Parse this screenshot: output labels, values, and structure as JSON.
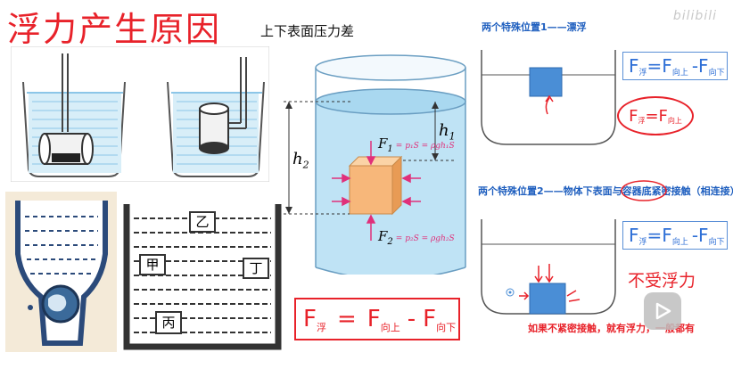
{
  "header": {
    "title": "浮力产生原因",
    "subtitle": "上下表面压力差",
    "watermark": "bilibili"
  },
  "cylinder": {
    "h1": "h",
    "h1_sub": "1",
    "h2": "h",
    "h2_sub": "2",
    "f1": "F",
    "f1_sub": "1",
    "f1_expr": "= p₁S = ρgh₁S",
    "f2": "F",
    "f2_sub": "2",
    "f2_expr": "= p₂S = ρgh₂S"
  },
  "tank": {
    "labels": [
      "乙",
      "甲",
      "丁",
      "丙"
    ]
  },
  "main_formula": {
    "f": "F",
    "f_sub": "浮",
    "eq": "=",
    "a": "F",
    "a_sub": "向上",
    "minus": "-",
    "b": "F",
    "b_sub": "向下"
  },
  "right_panel": {
    "case1_heading": "两个特殊位置1——漂浮",
    "case1_formula": {
      "f": "F",
      "f_sub": "浮",
      "eq": " = ",
      "a": "F",
      "a_sub": "向上",
      "minus": "- ",
      "b": "F",
      "b_sub": "向下"
    },
    "case1_note": {
      "f": "F",
      "f_sub": "浮",
      "eq": " = ",
      "a": "F",
      "a_sub": "向上"
    },
    "case2_heading": "两个特殊位置2——物体下表面与容器底紧密接触（相连接）",
    "case2_formula": {
      "f": "F",
      "f_sub": "浮",
      "eq": " = ",
      "a": "F",
      "a_sub": "向上",
      "minus": "- ",
      "b": "F",
      "b_sub": "向下"
    },
    "case2_note": "不受浮力",
    "case2_footer": "如果不紧密接触，就有浮力，一般都有"
  },
  "colors": {
    "accent_red": "#e8222a",
    "accent_blue": "#1f5fbf",
    "water": "#bfe3f5",
    "block": "#f7b77a"
  },
  "icons": [
    "play-icon"
  ]
}
